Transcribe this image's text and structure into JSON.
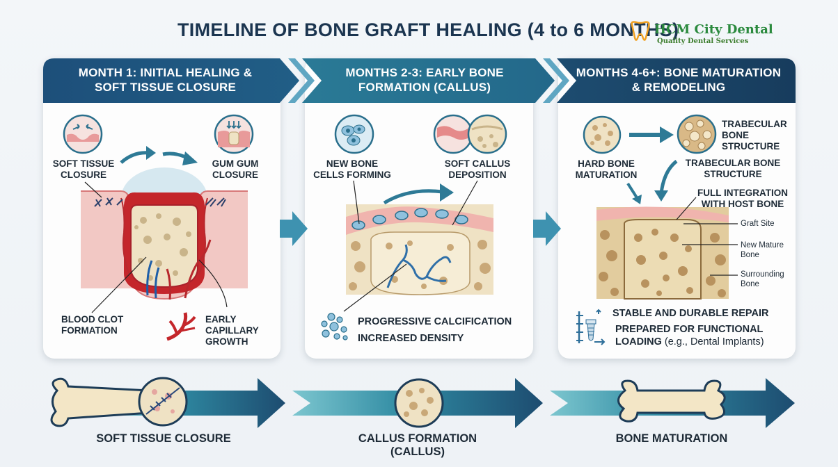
{
  "title": "TIMELINE OF BONE GRAFT HEALING (4 to 6 MONTHS)",
  "logo": {
    "name": "HCM City Dental",
    "tagline": "Quality Dental Services"
  },
  "colors": {
    "header_dark": "#1c4a73",
    "header_mid": "#2a7090",
    "teal": "#3a8fa3",
    "gum": "#e9a3a3",
    "bone": "#efe2c4",
    "bone_dark": "#b79a6a",
    "blood": "#c4262b",
    "vessel_blue": "#1e5ea8"
  },
  "stages": [
    {
      "header": "MONTH 1: INITIAL HEALING & SOFT TISSUE CLOSURE",
      "labels": {
        "soft_tissue_closure": "SOFT TISSUE CLOSURE",
        "gum_closure": "GUM GUM CLOSURE",
        "blood_clot": "BLOOD CLOT FORMATION",
        "capillary": "EARLY CAPILLARY GROWTH"
      }
    },
    {
      "header": "MONTHS 2-3: EARLY BONE FORMATION (CALLUS)",
      "labels": {
        "new_cells": "NEW BONE CELLS FORMING",
        "soft_callus": "SOFT CALLUS DEPOSITION",
        "calcification": "PROGRESSIVE CALCIFICATION",
        "density": "INCREASED DENSITY"
      }
    },
    {
      "header": "MONTHS 4-6+: BONE MATURATION & REMODELING",
      "labels": {
        "trabecular_1": "TRABECULAR BONE STRUCTURE",
        "hard_bone": "HARD BONE MATURATION",
        "trabecular_2": "TRABECULAR BONE STRUCTURE",
        "integration": "FULL INTEGRATION WITH HOST BONE",
        "graft_site": "Graft Site",
        "new_mature": "New Mature Bone",
        "surrounding": "Surrounding Bone",
        "stable": "STABLE AND DURABLE REPAIR",
        "prepared": "PREPARED FOR FUNCTIONAL LOADING",
        "prepared_note": "(e.g., Dental Implants)"
      }
    }
  ],
  "bottom_timeline": [
    "SOFT TISSUE CLOSURE",
    "CALLUS FORMATION (CALLUS)",
    "BONE MATURATION"
  ],
  "icons": [
    "tooth-logo-icon",
    "gum-closure-icon",
    "bone-cell-icon",
    "callus-icon",
    "bone-texture-icon",
    "implant-icon",
    "bone-icon",
    "capillary-icon",
    "calcification-dots-icon"
  ]
}
